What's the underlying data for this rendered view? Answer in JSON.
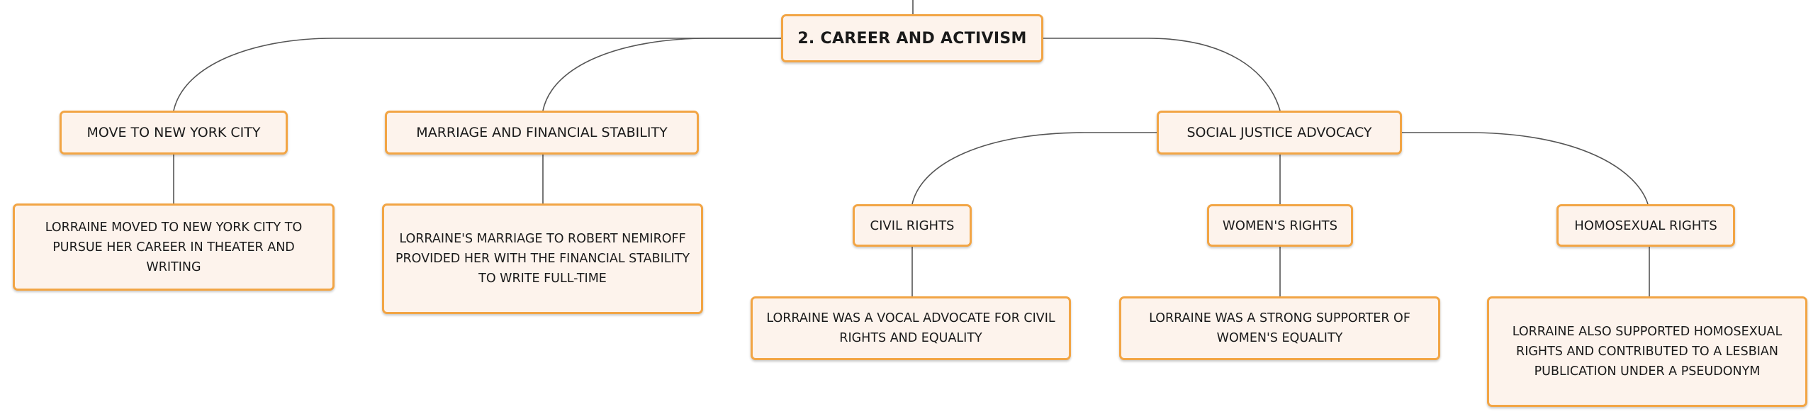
{
  "diagram": {
    "root": {
      "label": "2. CAREER AND ACTIVISM"
    },
    "branches": [
      {
        "label": "MOVE TO NEW YORK CITY",
        "detail": "LORRAINE MOVED TO NEW YORK CITY TO PURSUE HER CAREER IN THEATER AND WRITING"
      },
      {
        "label": "MARRIAGE AND FINANCIAL STABILITY",
        "detail": "LORRAINE'S MARRIAGE TO ROBERT NEMIROFF PROVIDED HER WITH THE FINANCIAL STABILITY TO WRITE FULL-TIME"
      },
      {
        "label": "SOCIAL JUSTICE ADVOCACY",
        "children": [
          {
            "label": "CIVIL RIGHTS",
            "detail": "LORRAINE WAS A VOCAL ADVOCATE FOR CIVIL RIGHTS AND EQUALITY"
          },
          {
            "label": "WOMEN'S RIGHTS",
            "detail": "LORRAINE WAS A STRONG SUPPORTER OF WOMEN'S EQUALITY"
          },
          {
            "label": "HOMOSEXUAL RIGHTS",
            "detail": "LORRAINE ALSO SUPPORTED HOMOSEXUAL RIGHTS AND CONTRIBUTED TO A LESBIAN PUBLICATION UNDER A PSEUDONYM"
          }
        ]
      }
    ]
  },
  "colors": {
    "node_border": "#f2a545",
    "node_fill": "#fdf3ec",
    "connector": "#555555",
    "text": "#1a1a1a"
  }
}
